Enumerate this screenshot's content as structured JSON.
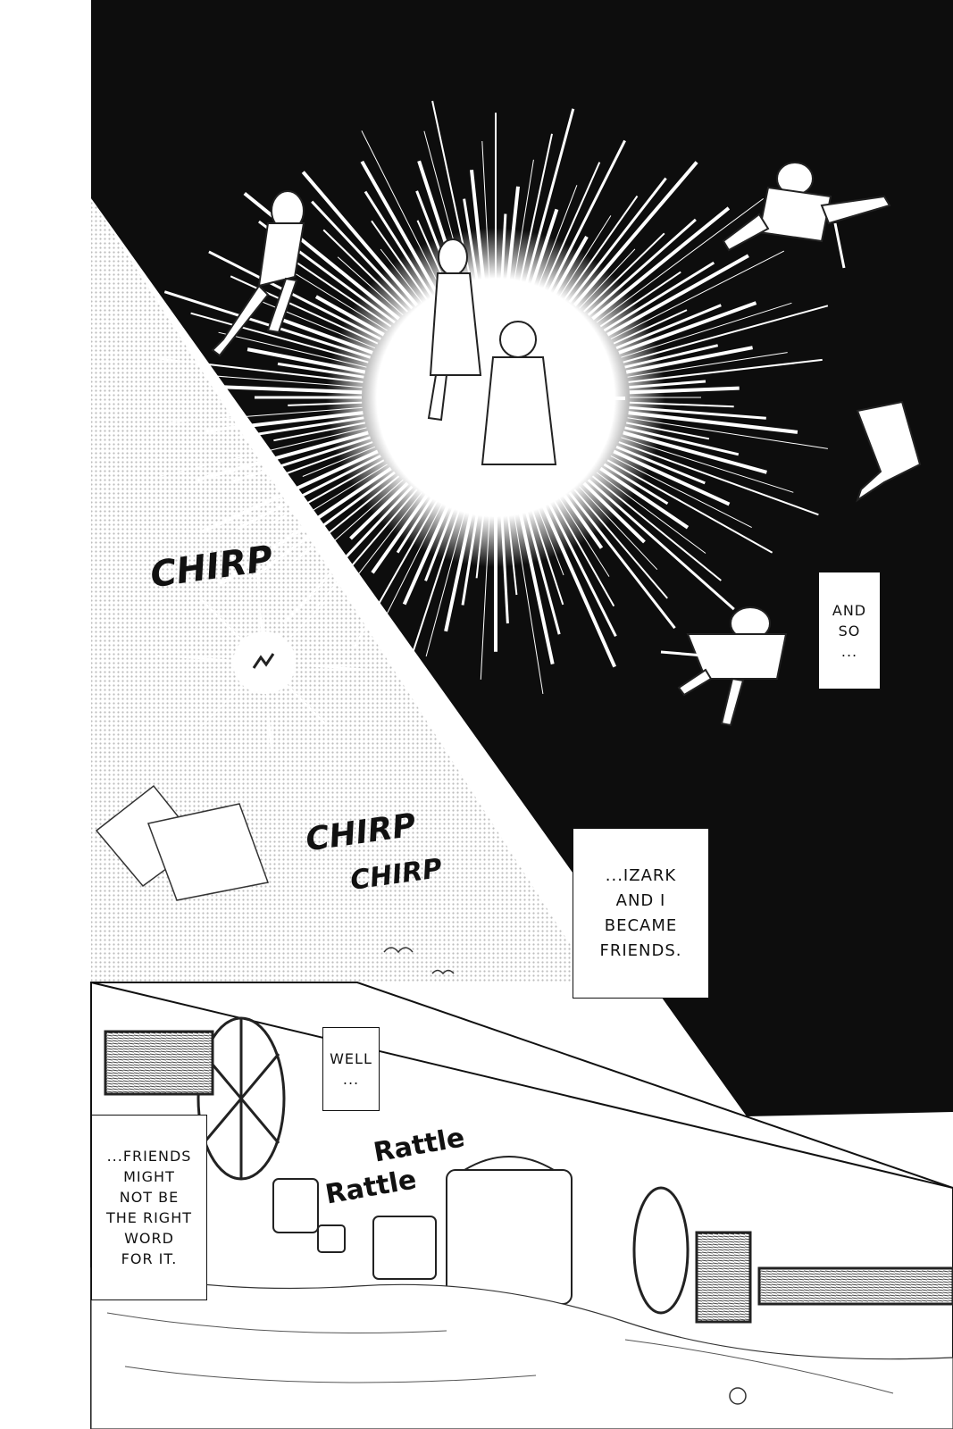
{
  "captions": {
    "and_so": "AND\nSO\n...",
    "izark": "...IZARK\nAND I\nBECAME\nFRIENDS.",
    "well": "WELL\n...",
    "friends": "...FRIENDS\nMIGHT\nNOT BE\nTHE RIGHT\nWORD\nFOR IT."
  },
  "sfx": {
    "chirp_1": "CHIRP",
    "chirp_2": "CHIRP",
    "chirp_3": "CHIRP",
    "rattle_1": "Rattle",
    "rattle_2": "Rattle"
  },
  "colors": {
    "ink": "#111111",
    "paper": "#ffffff",
    "screentone": "#d9d9d9"
  }
}
